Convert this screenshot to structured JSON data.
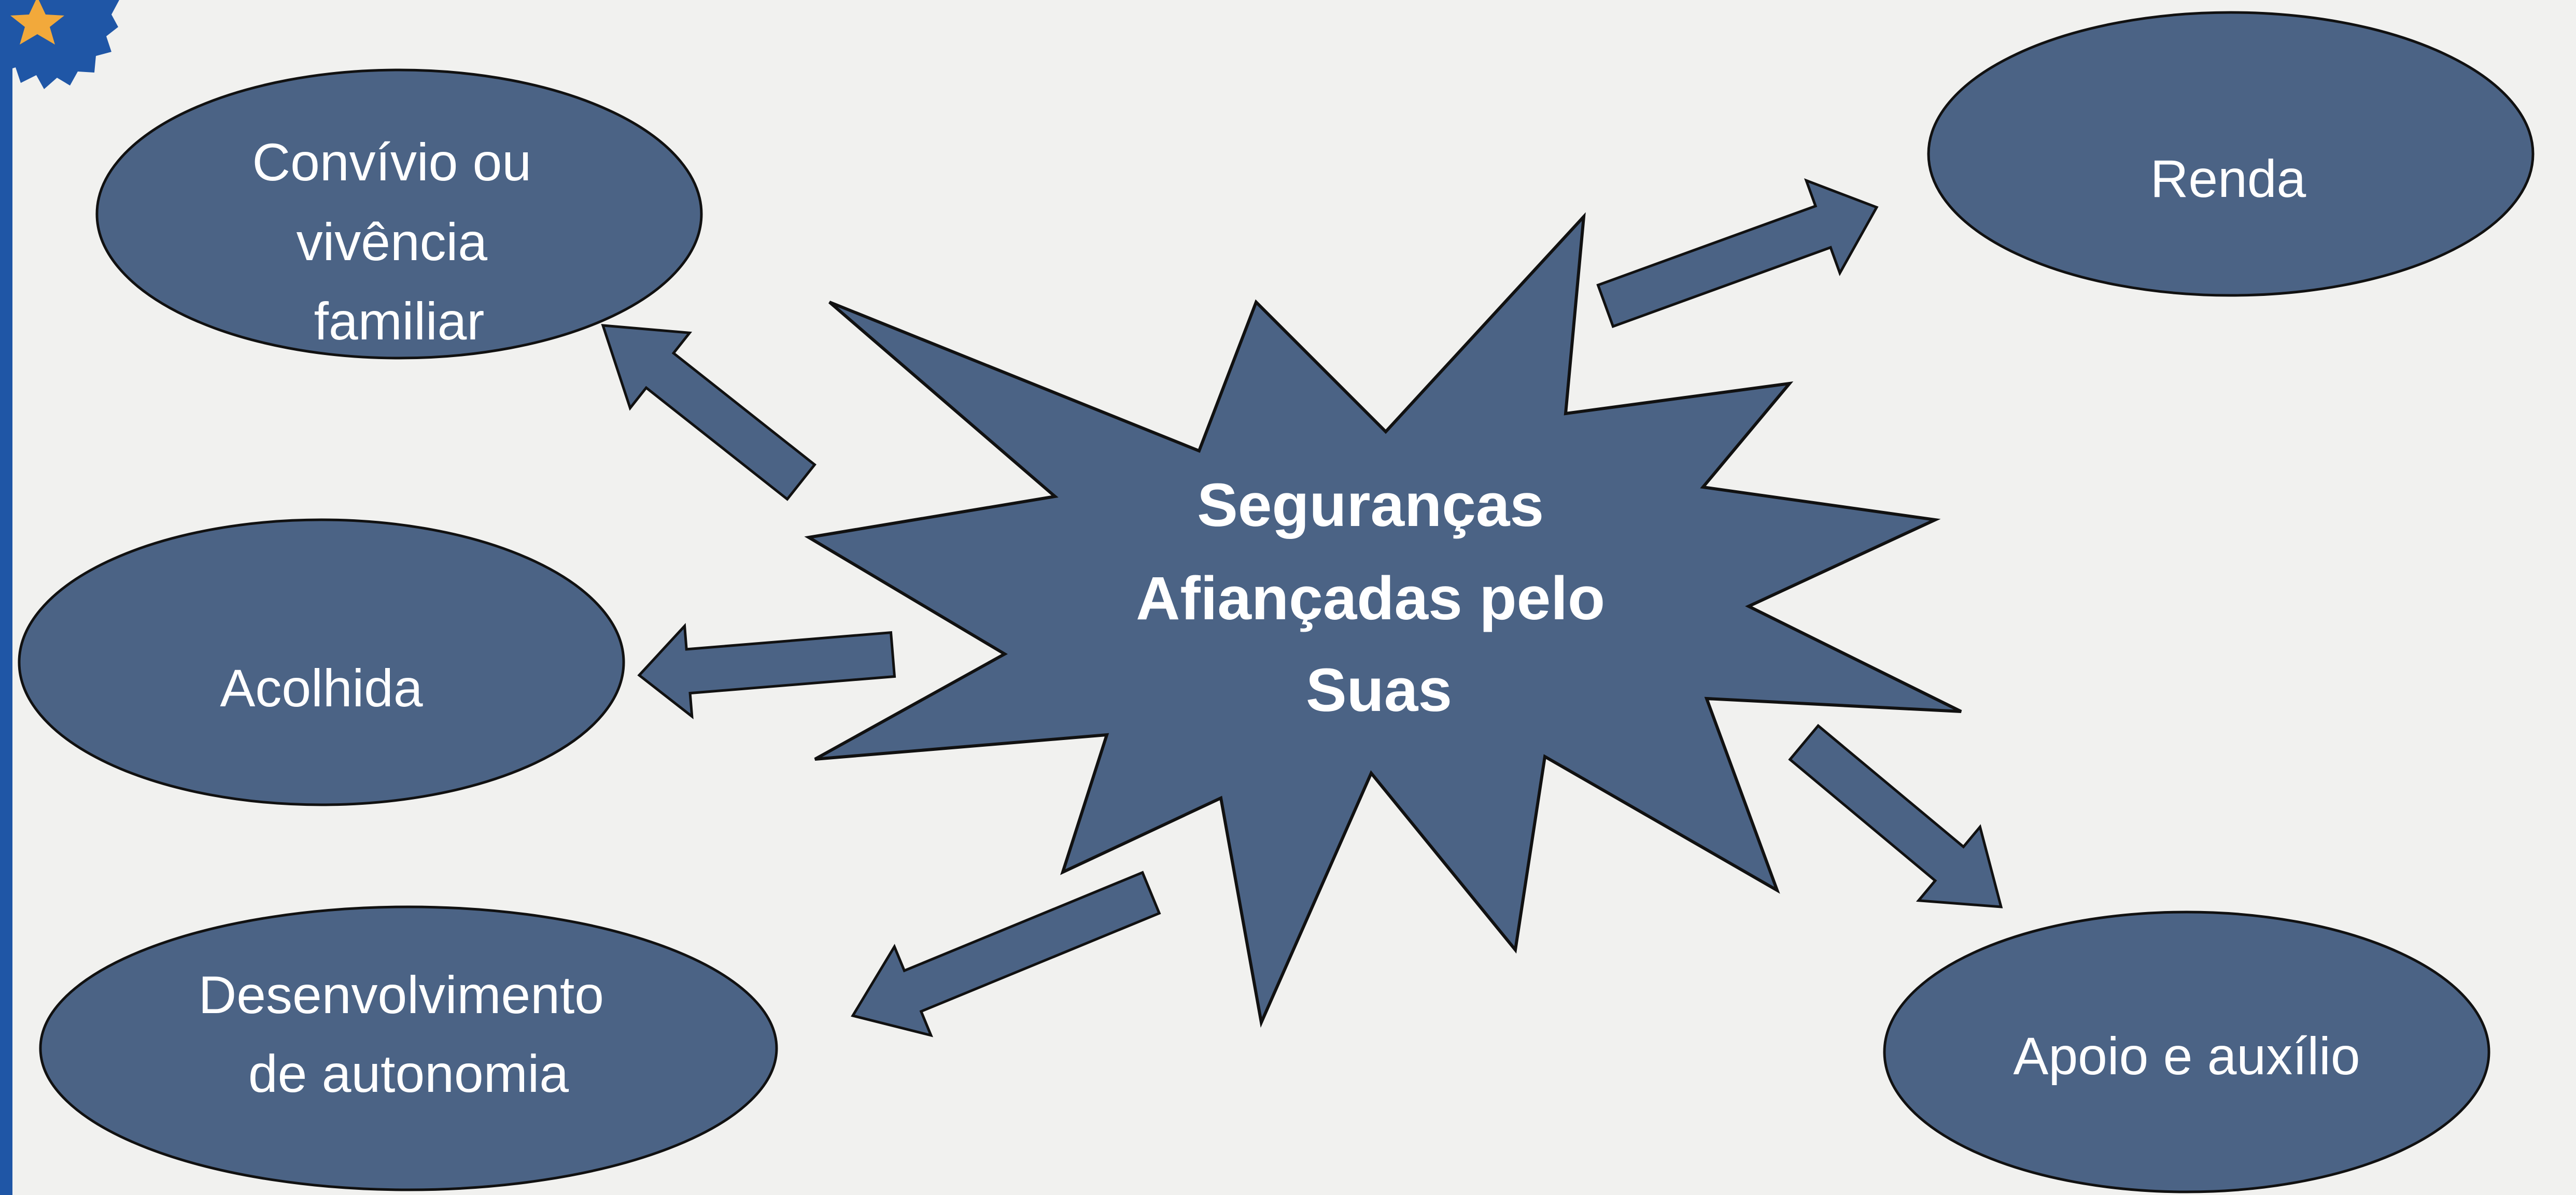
{
  "slide": {
    "fill_color": "#4b6385",
    "stroke_color": "#111111",
    "background": "#f1f1ef",
    "accent_bar_color": "#1f56a6",
    "badge_color": "#1f56a6",
    "badge_star_color": "#f2a93b",
    "badge_icon": "star-badge-icon"
  },
  "center": {
    "lines": [
      "Seguranças",
      "Afiançadas pelo",
      "Suas"
    ]
  },
  "nodes": {
    "convivio": {
      "lines": [
        "Convívio ou",
        "vivência",
        "familiar"
      ]
    },
    "acolhida": {
      "lines": [
        "Acolhida"
      ]
    },
    "desenvolvimento": {
      "lines": [
        "Desenvolvimento",
        "de autonomia"
      ]
    },
    "renda": {
      "lines": [
        "Renda"
      ]
    },
    "apoio": {
      "lines": [
        "Apoio e auxílio"
      ]
    }
  }
}
